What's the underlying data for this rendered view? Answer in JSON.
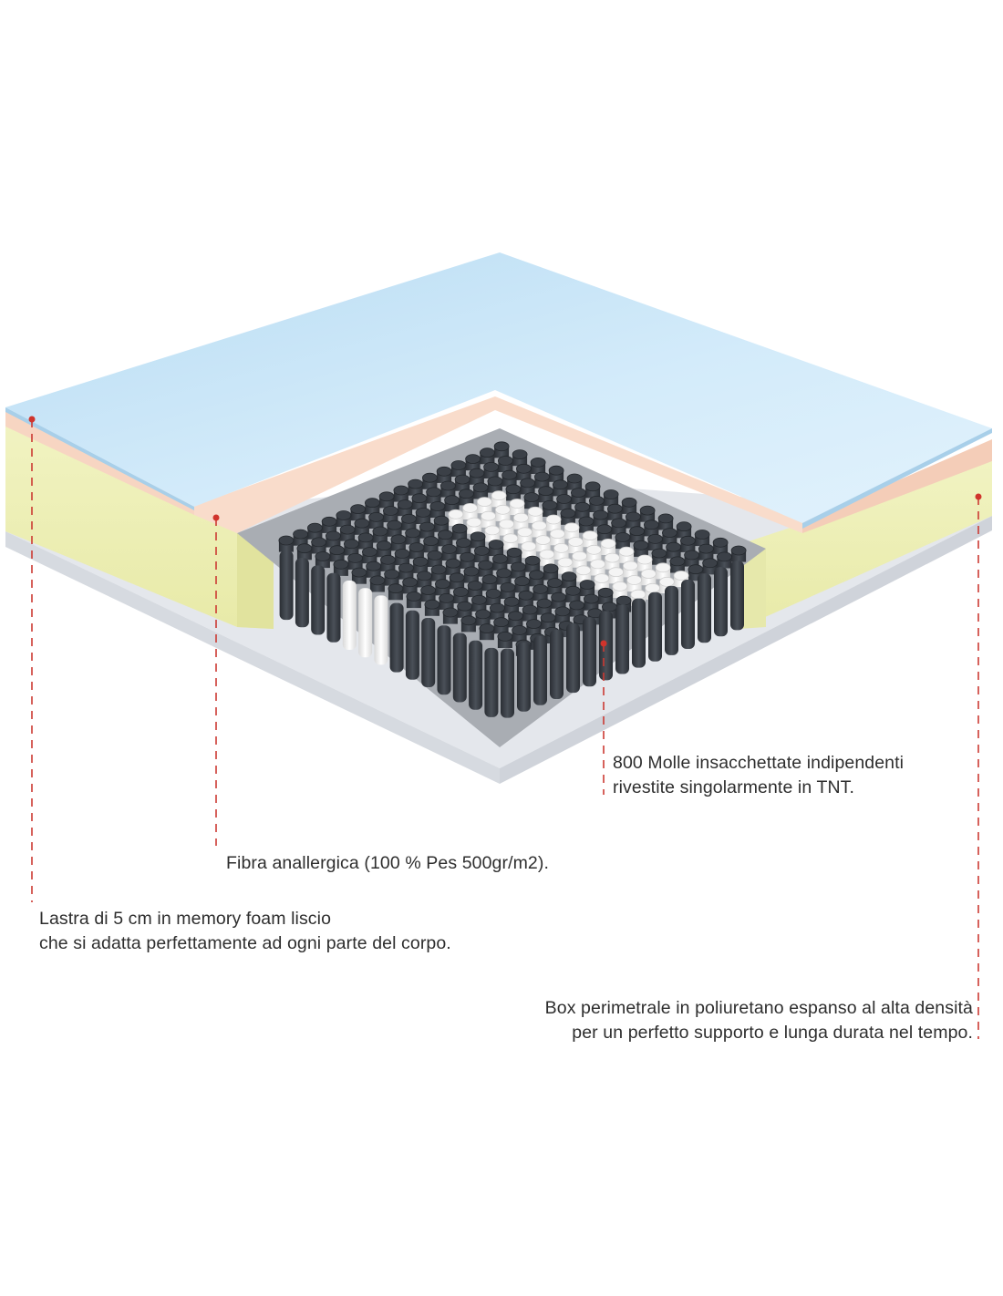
{
  "callouts": {
    "springs": {
      "line1": "800 Molle insacchettate indipendenti",
      "line2": "rivestite singolarmente in TNT."
    },
    "fibre": {
      "line1": "Fibra anallergica  (100 % Pes 500gr/m2)."
    },
    "memory_foam": {
      "line1": "Lastra di 5 cm in memory foam liscio",
      "line2": "che si adatta perfettamente ad ogni parte del corpo."
    },
    "perimeter_box": {
      "line1": "Box perimetrale in poliuretano espanso al alta densità",
      "line2": "per un perfetto supporto e lunga durata nel tempo."
    }
  },
  "colors": {
    "memory_foam": "#cfe8f8",
    "fibre": "#f9dccb",
    "perimeter_box": "#eef0b6",
    "base": "#e6e9ee",
    "springs_dark": "#3b4047",
    "springs_white": "#f4f4f4",
    "callout_line": "#d0342c"
  }
}
